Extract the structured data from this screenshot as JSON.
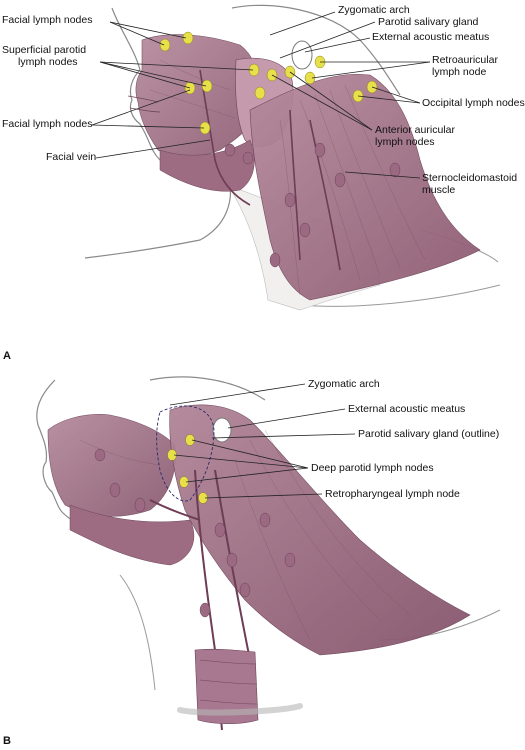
{
  "figure": {
    "panel_a": {
      "letter": "A",
      "labels": {
        "facial_nodes_top": "Facial lymph nodes",
        "superficial_parotid_1": "Superficial parotid",
        "superficial_parotid_2": "lymph nodes",
        "facial_nodes_mid": "Facial lymph nodes",
        "facial_vein": "Facial vein",
        "zygomatic_arch": "Zygomatic arch",
        "parotid_gland": "Parotid salivary gland",
        "external_meatus": "External acoustic meatus",
        "retroauricular_1": "Retroauricular",
        "retroauricular_2": "lymph node",
        "occipital_nodes": "Occipital lymph nodes",
        "anterior_auricular_1": "Anterior auricular",
        "anterior_auricular_2": "lymph nodes",
        "scm_1": "Sternocleidomastoid",
        "scm_2": "muscle"
      }
    },
    "panel_b": {
      "letter": "B",
      "labels": {
        "zygomatic_arch": "Zygomatic arch",
        "external_meatus": "External acoustic meatus",
        "parotid_outline": "Parotid salivary gland (outline)",
        "deep_parotid": "Deep parotid lymph nodes",
        "retropharyngeal": "Retropharyngeal lymph node"
      }
    },
    "colors": {
      "muscle": "#a87a8e",
      "muscle_dark": "#7e4f66",
      "node": "#e8e04a",
      "skin_line": "#8a8a8a"
    }
  }
}
